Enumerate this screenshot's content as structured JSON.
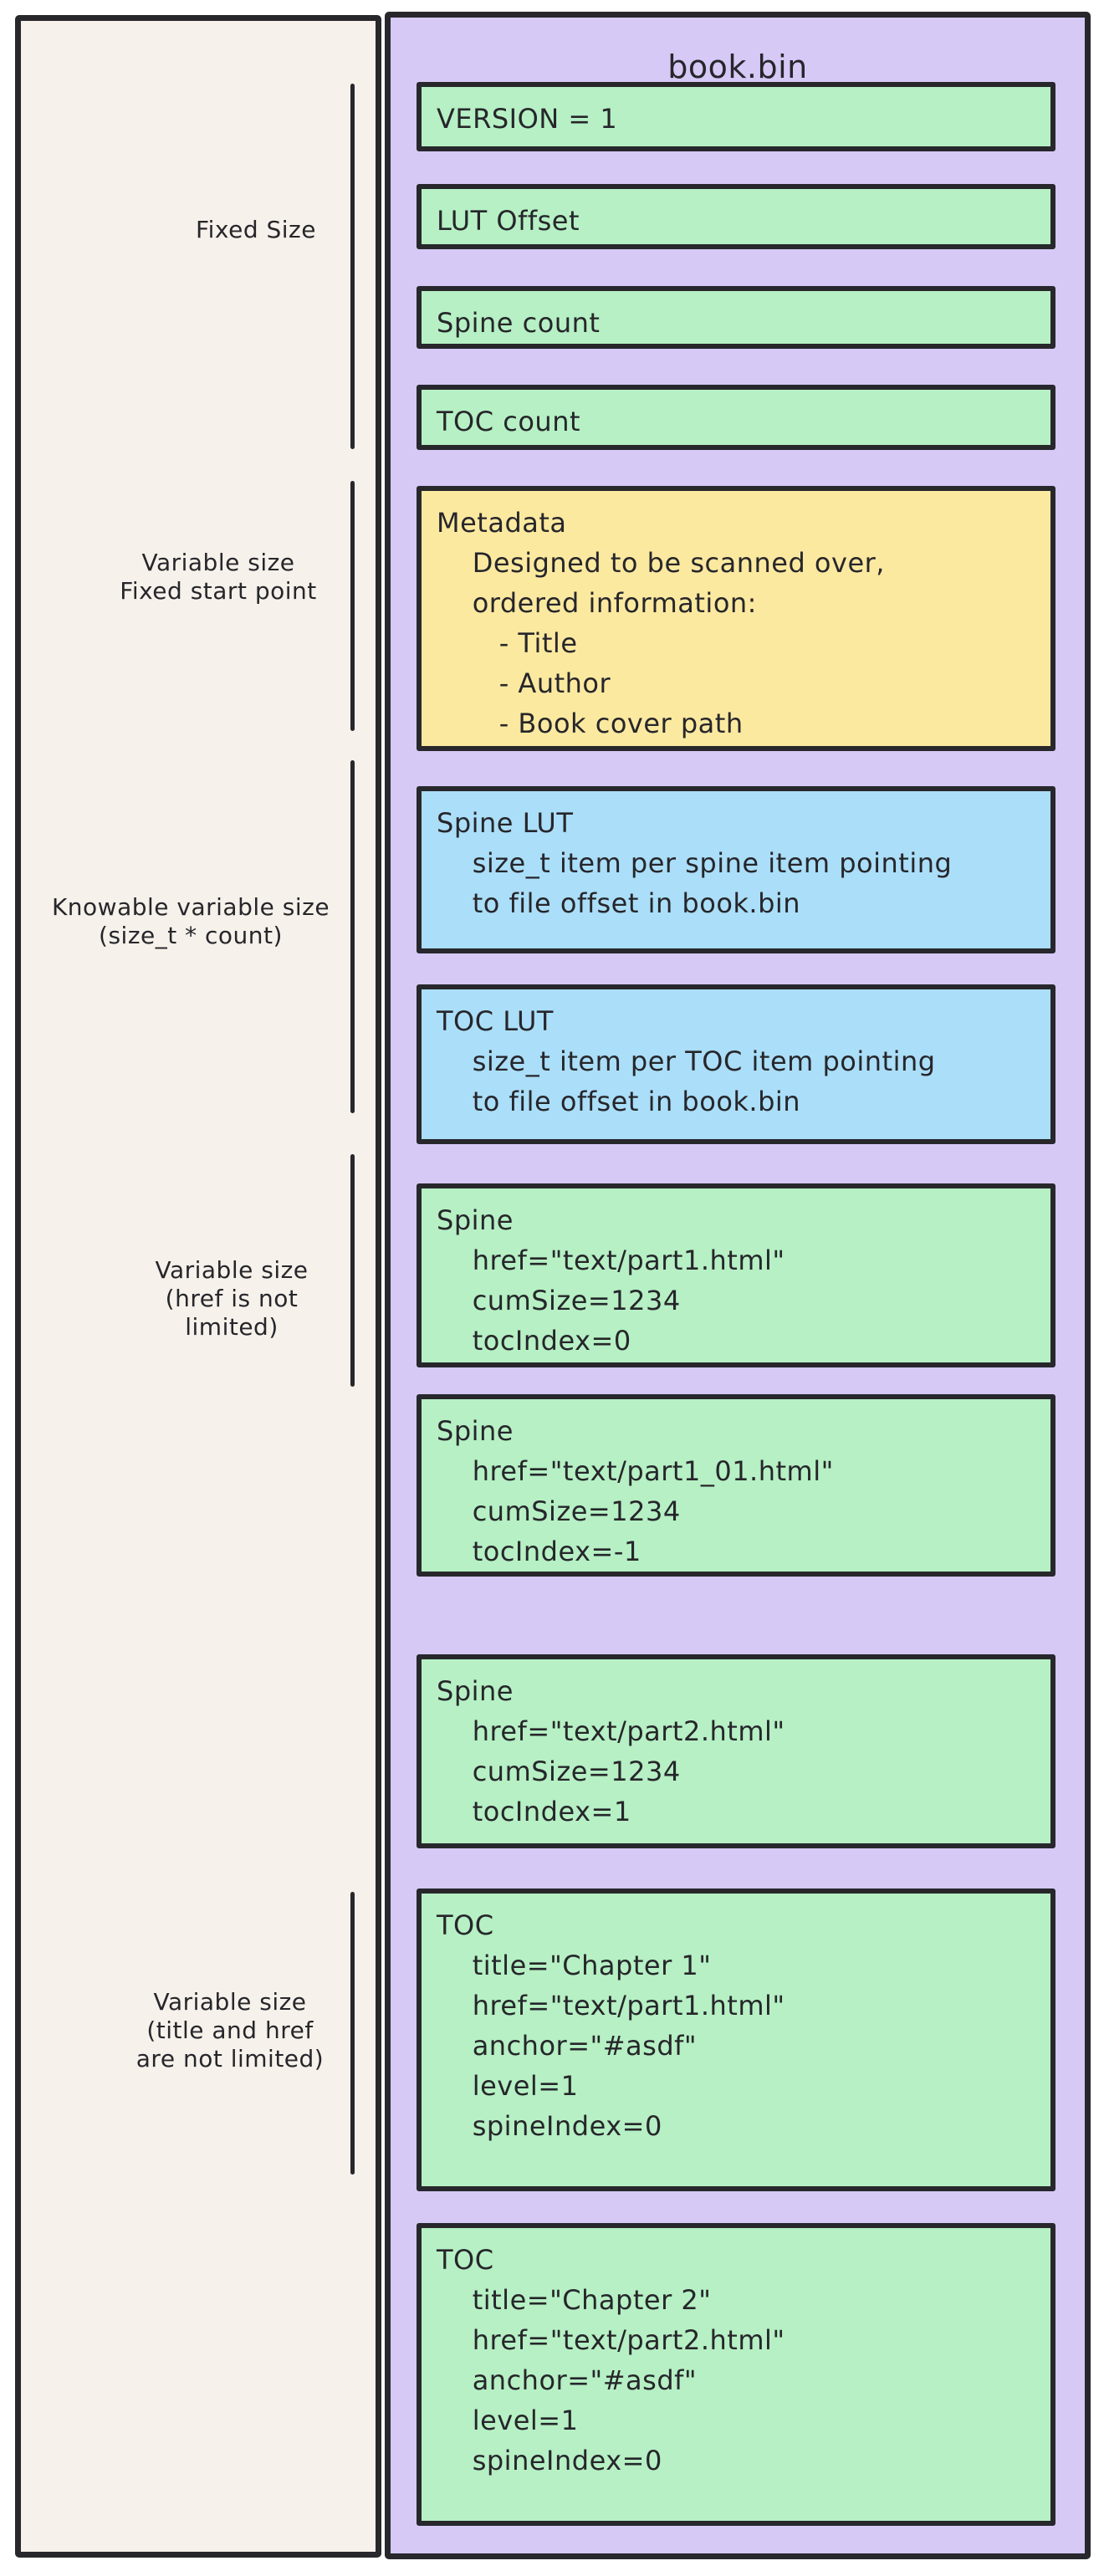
{
  "title": "book.bin",
  "colors": {
    "panel_left_bg": "#f6f1ea",
    "panel_right_bg": "#d6c9f6",
    "green": "#b6f0c4",
    "yellow": "#fce9a0",
    "blue": "#abdef8",
    "stroke": "#27272c"
  },
  "labels": [
    {
      "lines": [
        "Fixed Size"
      ]
    },
    {
      "lines": [
        "Variable size",
        "Fixed start point"
      ]
    },
    {
      "lines": [
        "Knowable variable size",
        "(size_t * count)"
      ]
    },
    {
      "lines": [
        "Variable size",
        "(href is not",
        "limited)"
      ]
    },
    {
      "lines": [
        "Variable size",
        "(title and href",
        "are not limited)"
      ]
    }
  ],
  "boxes": [
    {
      "name": "VERSION",
      "color": "green",
      "lines": [
        "VERSION = 1"
      ]
    },
    {
      "name": "LUT Offset",
      "color": "green",
      "lines": [
        "LUT Offset"
      ]
    },
    {
      "name": "Spine count",
      "color": "green",
      "lines": [
        "Spine count"
      ]
    },
    {
      "name": "TOC count",
      "color": "green",
      "lines": [
        "TOC count"
      ]
    },
    {
      "name": "Metadata",
      "color": "yellow",
      "lines": [
        "Metadata",
        "    Designed to be scanned over,",
        "    ordered information:",
        "       - Title",
        "       - Author",
        "       - Book cover path"
      ]
    },
    {
      "name": "Spine LUT",
      "color": "blue",
      "lines": [
        "Spine LUT",
        "    size_t item per spine item pointing",
        "    to file offset in book.bin"
      ]
    },
    {
      "name": "TOC LUT",
      "color": "blue",
      "lines": [
        "TOC LUT",
        "    size_t item per TOC item pointing",
        "    to file offset in book.bin"
      ]
    },
    {
      "name": "Spine 1",
      "color": "green",
      "lines": [
        "Spine",
        "    href=\"text/part1.html\"",
        "    cumSize=1234",
        "    tocIndex=0"
      ]
    },
    {
      "name": "Spine 2",
      "color": "green",
      "lines": [
        "Spine",
        "    href=\"text/part1_01.html\"",
        "    cumSize=1234",
        "    tocIndex=-1"
      ]
    },
    {
      "name": "Spine 3",
      "color": "green",
      "lines": [
        "Spine",
        "    href=\"text/part2.html\"",
        "    cumSize=1234",
        "    tocIndex=1"
      ]
    },
    {
      "name": "TOC 1",
      "color": "green",
      "lines": [
        "TOC",
        "    title=\"Chapter 1\"",
        "    href=\"text/part1.html\"",
        "    anchor=\"#asdf\"",
        "    level=1",
        "    spineIndex=0"
      ]
    },
    {
      "name": "TOC 2",
      "color": "green",
      "lines": [
        "TOC",
        "    title=\"Chapter 2\"",
        "    href=\"text/part2.html\"",
        "    anchor=\"#asdf\"",
        "    level=1",
        "    spineIndex=0"
      ]
    }
  ]
}
